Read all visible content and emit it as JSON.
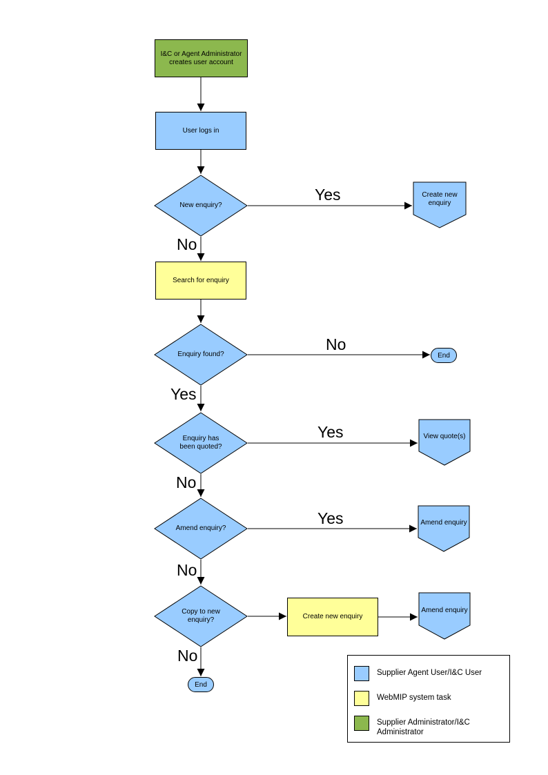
{
  "colors": {
    "user_task": "#99CCFF",
    "system_task": "#FFFF99",
    "admin_task": "#8CB84E",
    "line": "#000000"
  },
  "flow": {
    "nodes": {
      "create_account": "I&C or Agent Administrator creates user account",
      "user_logs_in": "User logs in",
      "new_enquiry": "New enquiry?",
      "create_new_enquiry_top": "Create new enquiry",
      "search_for_enquiry": "Search for enquiry",
      "enquiry_found": "Enquiry found?",
      "end_right": "End",
      "enquiry_quoted": "Enquiry has been quoted?",
      "view_quotes": "View quote(s)",
      "amend_enquiry_q": "Amend enquiry?",
      "amend_enquiry_ref1": "Amend enquiry",
      "copy_to_new": "Copy to new enquiry?",
      "create_new_enquiry_mid": "Create new enquiry",
      "amend_enquiry_ref2": "Amend enquiry",
      "end_bottom": "End"
    },
    "edge_labels": {
      "yes_new_enquiry": "Yes",
      "no_new_enquiry": "No",
      "no_enquiry_found": "No",
      "yes_enquiry_found": "Yes",
      "yes_quoted": "Yes",
      "no_quoted": "No",
      "yes_amend": "Yes",
      "no_amend": "No",
      "no_copy": "No"
    }
  },
  "legend": {
    "items": [
      {
        "color": "#99CCFF",
        "label": "Supplier Agent User/I&C User"
      },
      {
        "color": "#FFFF99",
        "label": "WebMIP system task"
      },
      {
        "color": "#8CB84E",
        "label": "Supplier Administrator/I&C Administrator"
      }
    ]
  }
}
